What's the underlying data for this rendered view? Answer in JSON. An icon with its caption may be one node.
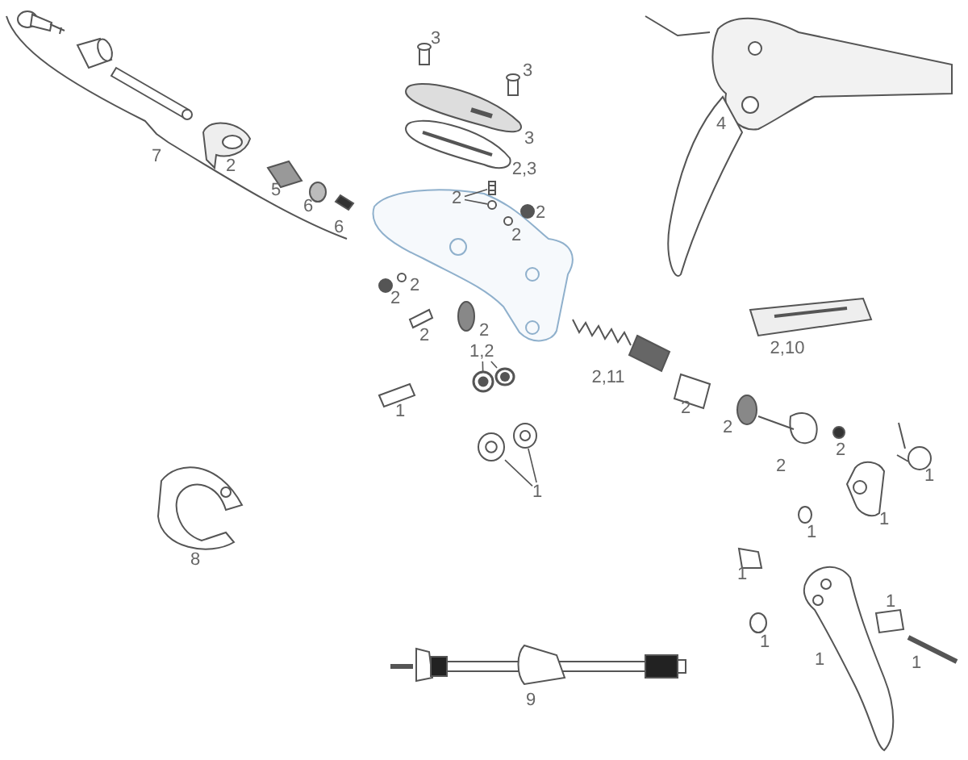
{
  "diagram": {
    "nodes": [
      {
        "text": [
          "1,2"
        ]
      },
      {
        "text": [],
        "shape": "picture"
      },
      {
        "text": [],
        "shape": "picture"
      },
      {
        "text": [
          "1"
        ]
      },
      {
        "text": [],
        "shape": "picture"
      },
      {
        "text": [],
        "shape": "picture"
      },
      {
        "text": [
          "2"
        ]
      },
      {
        "text": [],
        "shape": "picture"
      },
      {
        "text": [],
        "shape": "circle"
      }
    ],
    "edges": [
      {
        "from": 0,
        "to": 1,
        "arrow": "none"
      },
      {
        "from": 0,
        "to": 2,
        "arrow": "none"
      },
      {
        "from": 3,
        "to": 4,
        "arrow": "none"
      },
      {
        "from": 3,
        "to": 5,
        "arrow": "none"
      },
      {
        "from": 6,
        "to": 7,
        "arrow": "none"
      },
      {
        "from": 6,
        "to": 8,
        "arrow": "none"
      }
    ],
    "labels": [
      "3",
      "3",
      "4",
      "3",
      "7",
      "2",
      "2,3",
      "5",
      "2",
      "6",
      "2",
      "6",
      "2",
      "2",
      "2",
      "2",
      "2,10",
      "2,11",
      "1",
      "2",
      "2",
      "2",
      "2",
      "1",
      "1",
      "1",
      "8",
      "1",
      "1",
      "1",
      "1",
      "1",
      "9"
    ]
  }
}
